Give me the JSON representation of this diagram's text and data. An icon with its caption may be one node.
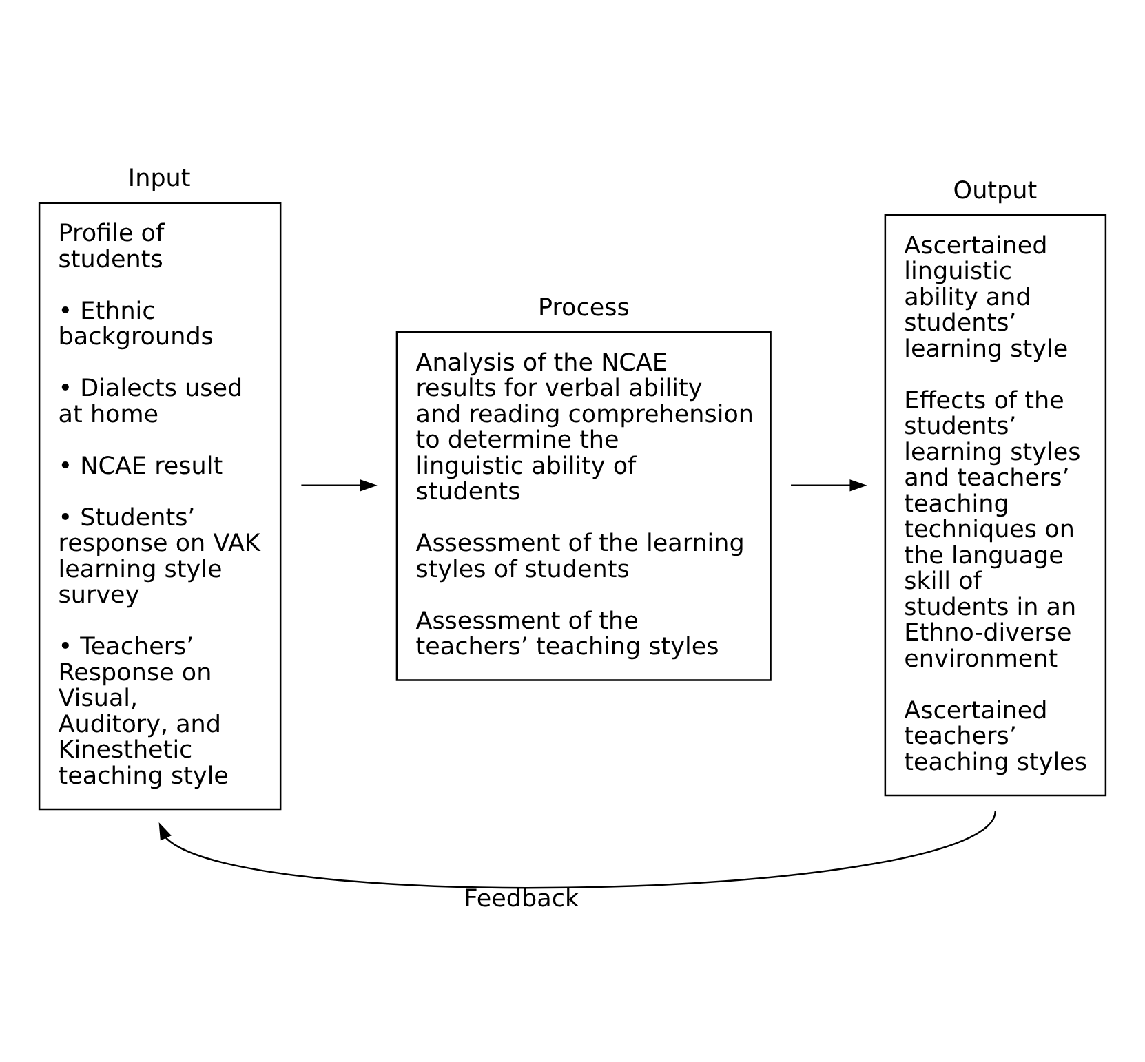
{
  "diagram": {
    "nodes": [
      {
        "text": [
          "Input",
          "Profile of students",
          "• Ethnic backgrounds",
          "• Dialects used at home",
          "• NCAE result",
          "• Students’ response on VAK learning style survey",
          "• Teachers’ Response on Visual, Auditory, and Kinesthetic teaching style"
        ]
      },
      {
        "text": [
          "Process",
          "Analysis of the NCAE results for verbal ability and reading comprehension to determine the linguistic ability of students",
          "Assessment of the learning styles of students",
          "Assessment of the teachers’ teaching styles"
        ]
      },
      {
        "text": [
          "Output",
          "Ascertained linguistic ability and students’ learning style",
          "Effects of the students’ learning styles and teachers’ teaching techniques on the language skill of students in an Ethno-diverse environment",
          "Ascertained teachers’ teaching styles"
        ]
      }
    ],
    "edges": [
      {
        "from": 0,
        "to": 1,
        "arrow": "to"
      },
      {
        "from": 1,
        "to": 2,
        "arrow": "to"
      },
      {
        "from": 2,
        "to": 0,
        "arrow": "to",
        "label": "Feedback"
      }
    ]
  }
}
